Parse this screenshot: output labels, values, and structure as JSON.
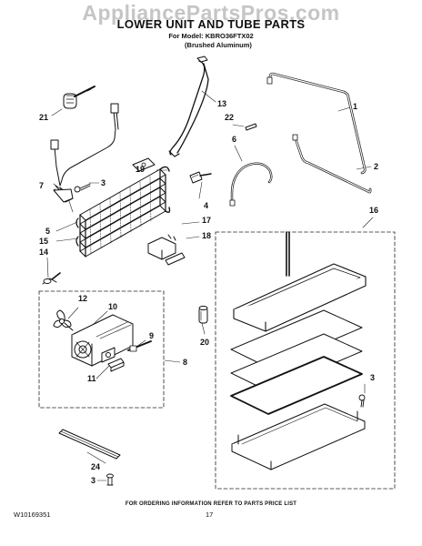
{
  "watermark": "AppliancePartsPros.com",
  "title": "LOWER UNIT AND TUBE PARTS",
  "model_line": "For Model: KBRO36FTX02",
  "finish_line": "(Brushed Aluminum)",
  "callouts": {
    "c1": "1",
    "c2": "2",
    "c3a": "3",
    "c3b": "3",
    "c3c": "3",
    "c4": "4",
    "c5": "5",
    "c6": "6",
    "c7": "7",
    "c8": "8",
    "c9": "9",
    "c10": "10",
    "c11": "11",
    "c12": "12",
    "c13": "13",
    "c14": "14",
    "c15": "15",
    "c16": "16",
    "c17": "17",
    "c18": "18",
    "c19": "19",
    "c20": "20",
    "c21": "21",
    "c22": "22",
    "c24": "24"
  },
  "footer_note": "FOR ORDERING INFORMATION REFER TO PARTS PRICE LIST",
  "doc_number": "W10169351",
  "page_number": "17"
}
